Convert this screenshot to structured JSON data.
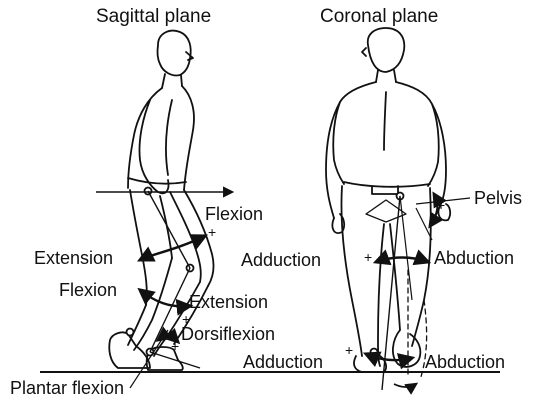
{
  "titles": {
    "sagittal": "Sagittal plane",
    "coronal": "Coronal plane"
  },
  "sagittal_labels": {
    "hip_flexion": "Flexion",
    "hip_extension": "Extension",
    "knee_flexion": "Flexion",
    "knee_extension": "Extension",
    "ankle_dorsiflexion": "Dorsiflexion",
    "ankle_plantar_flexion": "Plantar flexion"
  },
  "coronal_labels": {
    "pelvis": "Pelvis",
    "hip_adduction": "Adduction",
    "hip_abduction": "Abduction",
    "foot_adduction": "Adduction",
    "foot_abduction": "Abduction"
  },
  "sign_marker": "+",
  "colors": {
    "ink": "#111111",
    "background": "#ffffff"
  }
}
